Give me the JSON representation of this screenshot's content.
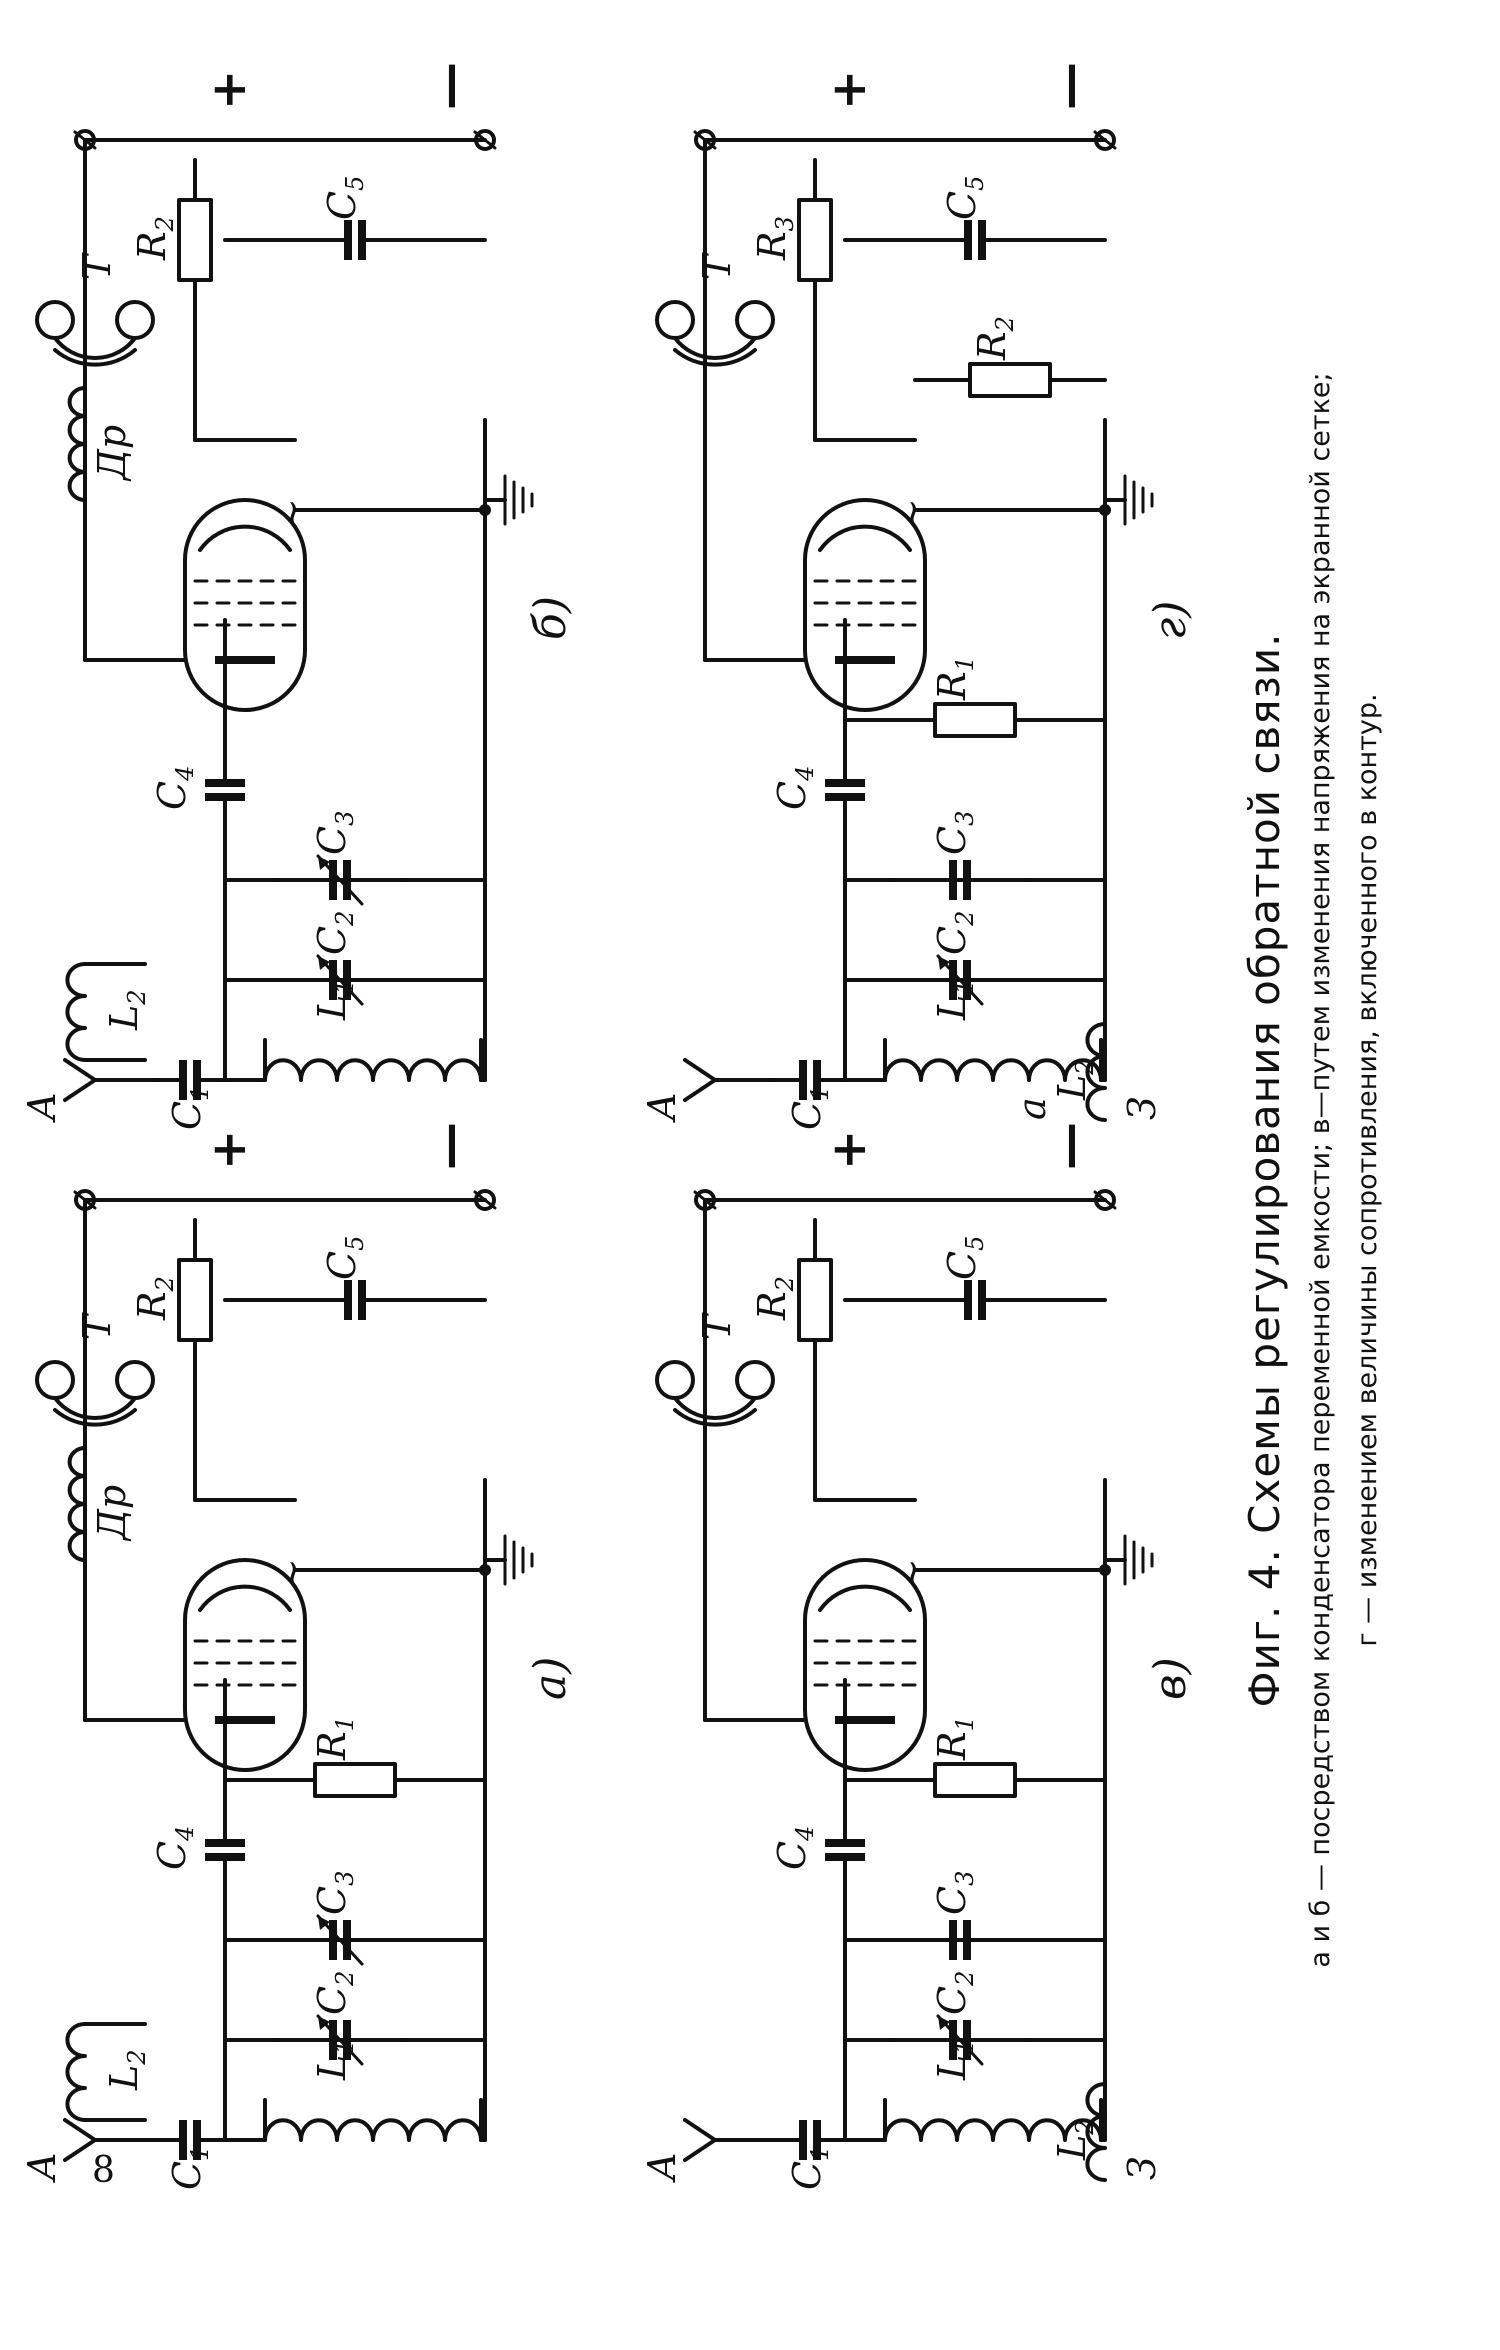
{
  "page_number": "8",
  "caption": {
    "title": "Фиг. 4. Схемы регулирования обратной связи.",
    "line1": "а и б — посредством конденсатора переменной емкости; в—путем изменения напряжения на экранной сетке;",
    "line2": "г — изменением величины сопротивления, включенного в контур."
  },
  "diagrams": [
    {
      "letter": "а)",
      "antenna": "A",
      "phones": "T",
      "choke": "Др",
      "labels": {
        "C1": "C",
        "C1s": "1",
        "L1": "L",
        "L1s": "1",
        "C2": "C",
        "C2s": "2",
        "L2": "L",
        "L2s": "2",
        "C3": "C",
        "C3s": "3",
        "C4": "C",
        "C4s": "4",
        "R1": "R",
        "R1s": "1",
        "R2": "R",
        "R2s": "2",
        "C5": "C",
        "C5s": "5"
      },
      "plus": "+",
      "minus": "—"
    },
    {
      "letter": "б)",
      "antenna": "A",
      "phones": "T",
      "choke": "Др",
      "labels": {
        "C1": "C",
        "C1s": "1",
        "L1": "L",
        "L1s": "1",
        "C2": "C",
        "C2s": "2",
        "L2": "L",
        "L2s": "2",
        "C3": "C",
        "C3s": "3",
        "C4": "C",
        "C4s": "4",
        "R2": "R",
        "R2s": "2",
        "C5": "C",
        "C5s": "5"
      },
      "plus": "+",
      "minus": "—"
    },
    {
      "letter": "в)",
      "antenna": "A",
      "phones": "T",
      "ground": "З",
      "labels": {
        "C1": "C",
        "C1s": "1",
        "L1": "L",
        "L1s": "1",
        "C2": "C",
        "C2s": "2",
        "L2": "L",
        "L2s": "2",
        "C3": "C",
        "C3s": "3",
        "C4": "C",
        "C4s": "4",
        "R1": "R",
        "R1s": "1",
        "R2": "R",
        "R2s": "2",
        "C5": "C",
        "C5s": "5"
      },
      "plus": "+",
      "minus": "—"
    },
    {
      "letter": "г)",
      "antenna": "A",
      "phones": "T",
      "ground": "З",
      "tap": "а",
      "labels": {
        "C1": "C",
        "C1s": "1",
        "L1": "L",
        "L1s": "1",
        "C2": "C",
        "C2s": "2",
        "L2": "L",
        "L2s": "2",
        "C3": "C",
        "C3s": "3",
        "C4": "C",
        "C4s": "4",
        "R1": "R",
        "R1s": "1",
        "R2": "R",
        "R2s": "2",
        "R3": "R",
        "R3s": "3",
        "C5": "C",
        "C5s": "5"
      },
      "plus": "+",
      "minus": "—"
    }
  ]
}
